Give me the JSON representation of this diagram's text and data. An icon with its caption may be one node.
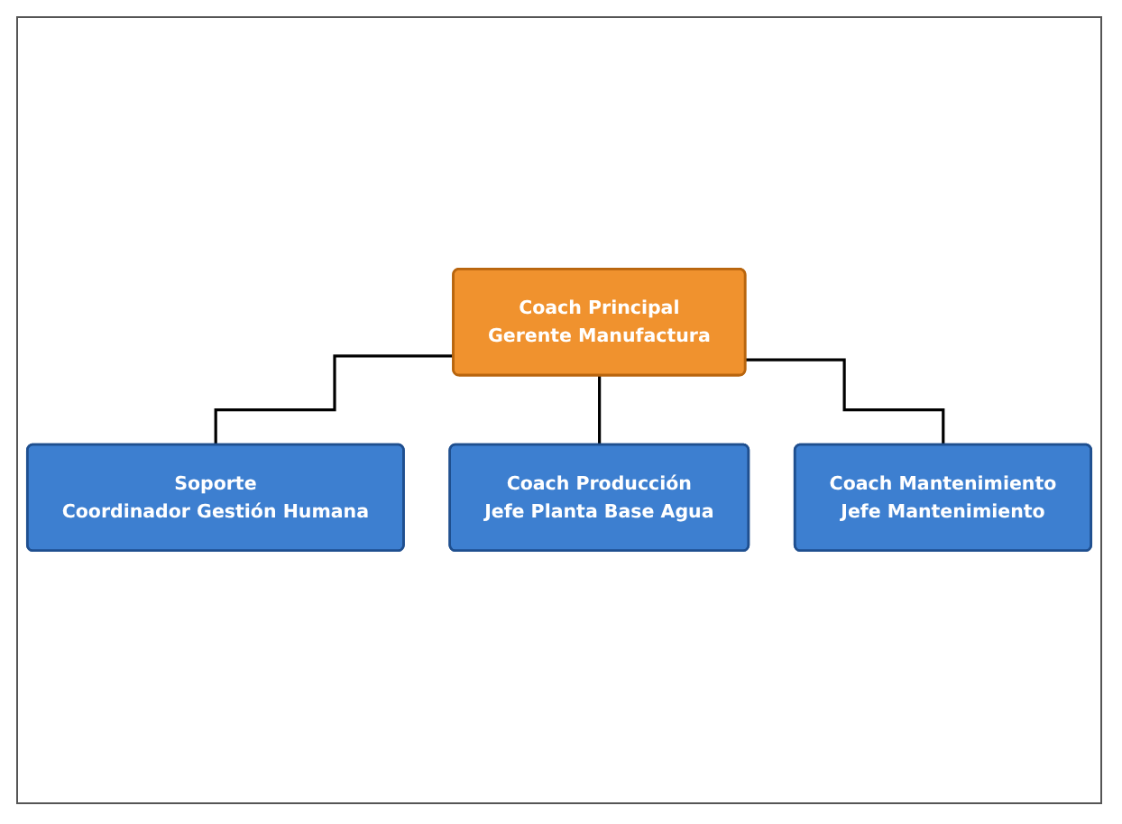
{
  "diagram": {
    "nodes": [
      {
        "text": [
          "Coach Principal",
          "Gerente Manufactura"
        ]
      },
      {
        "text": [
          "Soporte",
          "Coordinador Gestión Humana"
        ]
      },
      {
        "text": [
          "Coach Producción",
          "Jefe Planta Base Agua"
        ]
      },
      {
        "text": [
          "Coach Mantenimiento",
          "Jefe Mantenimiento"
        ]
      }
    ],
    "edges": [
      {
        "from": 0,
        "to": 1,
        "arrow": "none"
      },
      {
        "from": 0,
        "to": 2,
        "arrow": "none"
      },
      {
        "from": 0,
        "to": 3,
        "arrow": "none"
      }
    ]
  }
}
